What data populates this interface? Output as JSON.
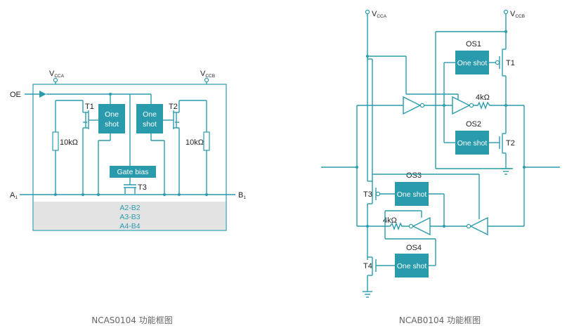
{
  "left_diagram": {
    "vcca_main": "V",
    "vcca_sub": "CCA",
    "vccb_main": "V",
    "vccb_sub": "CCB",
    "oe": "OE",
    "t1": "T1",
    "t2": "T2",
    "t3": "T3",
    "os_a": "One",
    "os_a2": "shot",
    "os_b": "One",
    "os_b2": "shot",
    "r1": "10kΩ",
    "r2": "10kΩ",
    "gate_bias": "Gate bias",
    "a_main": "A",
    "a_sub": "1",
    "b_main": "B",
    "b_sub": "1",
    "channels": [
      "A2-B2",
      "A3-B3",
      "A4-B4"
    ]
  },
  "right_diagram": {
    "vcca_main": "V",
    "vcca_sub": "CCA",
    "vccb_main": "V",
    "vccb_sub": "CCB",
    "os1": "OS1",
    "os2": "OS2",
    "os3": "OS3",
    "os4": "OS4",
    "one_shot_1": "One shot",
    "one_shot_2": "One shot",
    "one_shot_3": "One shot",
    "one_shot_4": "One shot",
    "t1": "T1",
    "t2": "T2",
    "t3": "T3",
    "t4": "T4",
    "r_top": "4kΩ",
    "r_bottom": "4kΩ"
  },
  "captions": {
    "left": "NCAS0104 功能框图",
    "right": "NCAB0104 功能框图"
  }
}
